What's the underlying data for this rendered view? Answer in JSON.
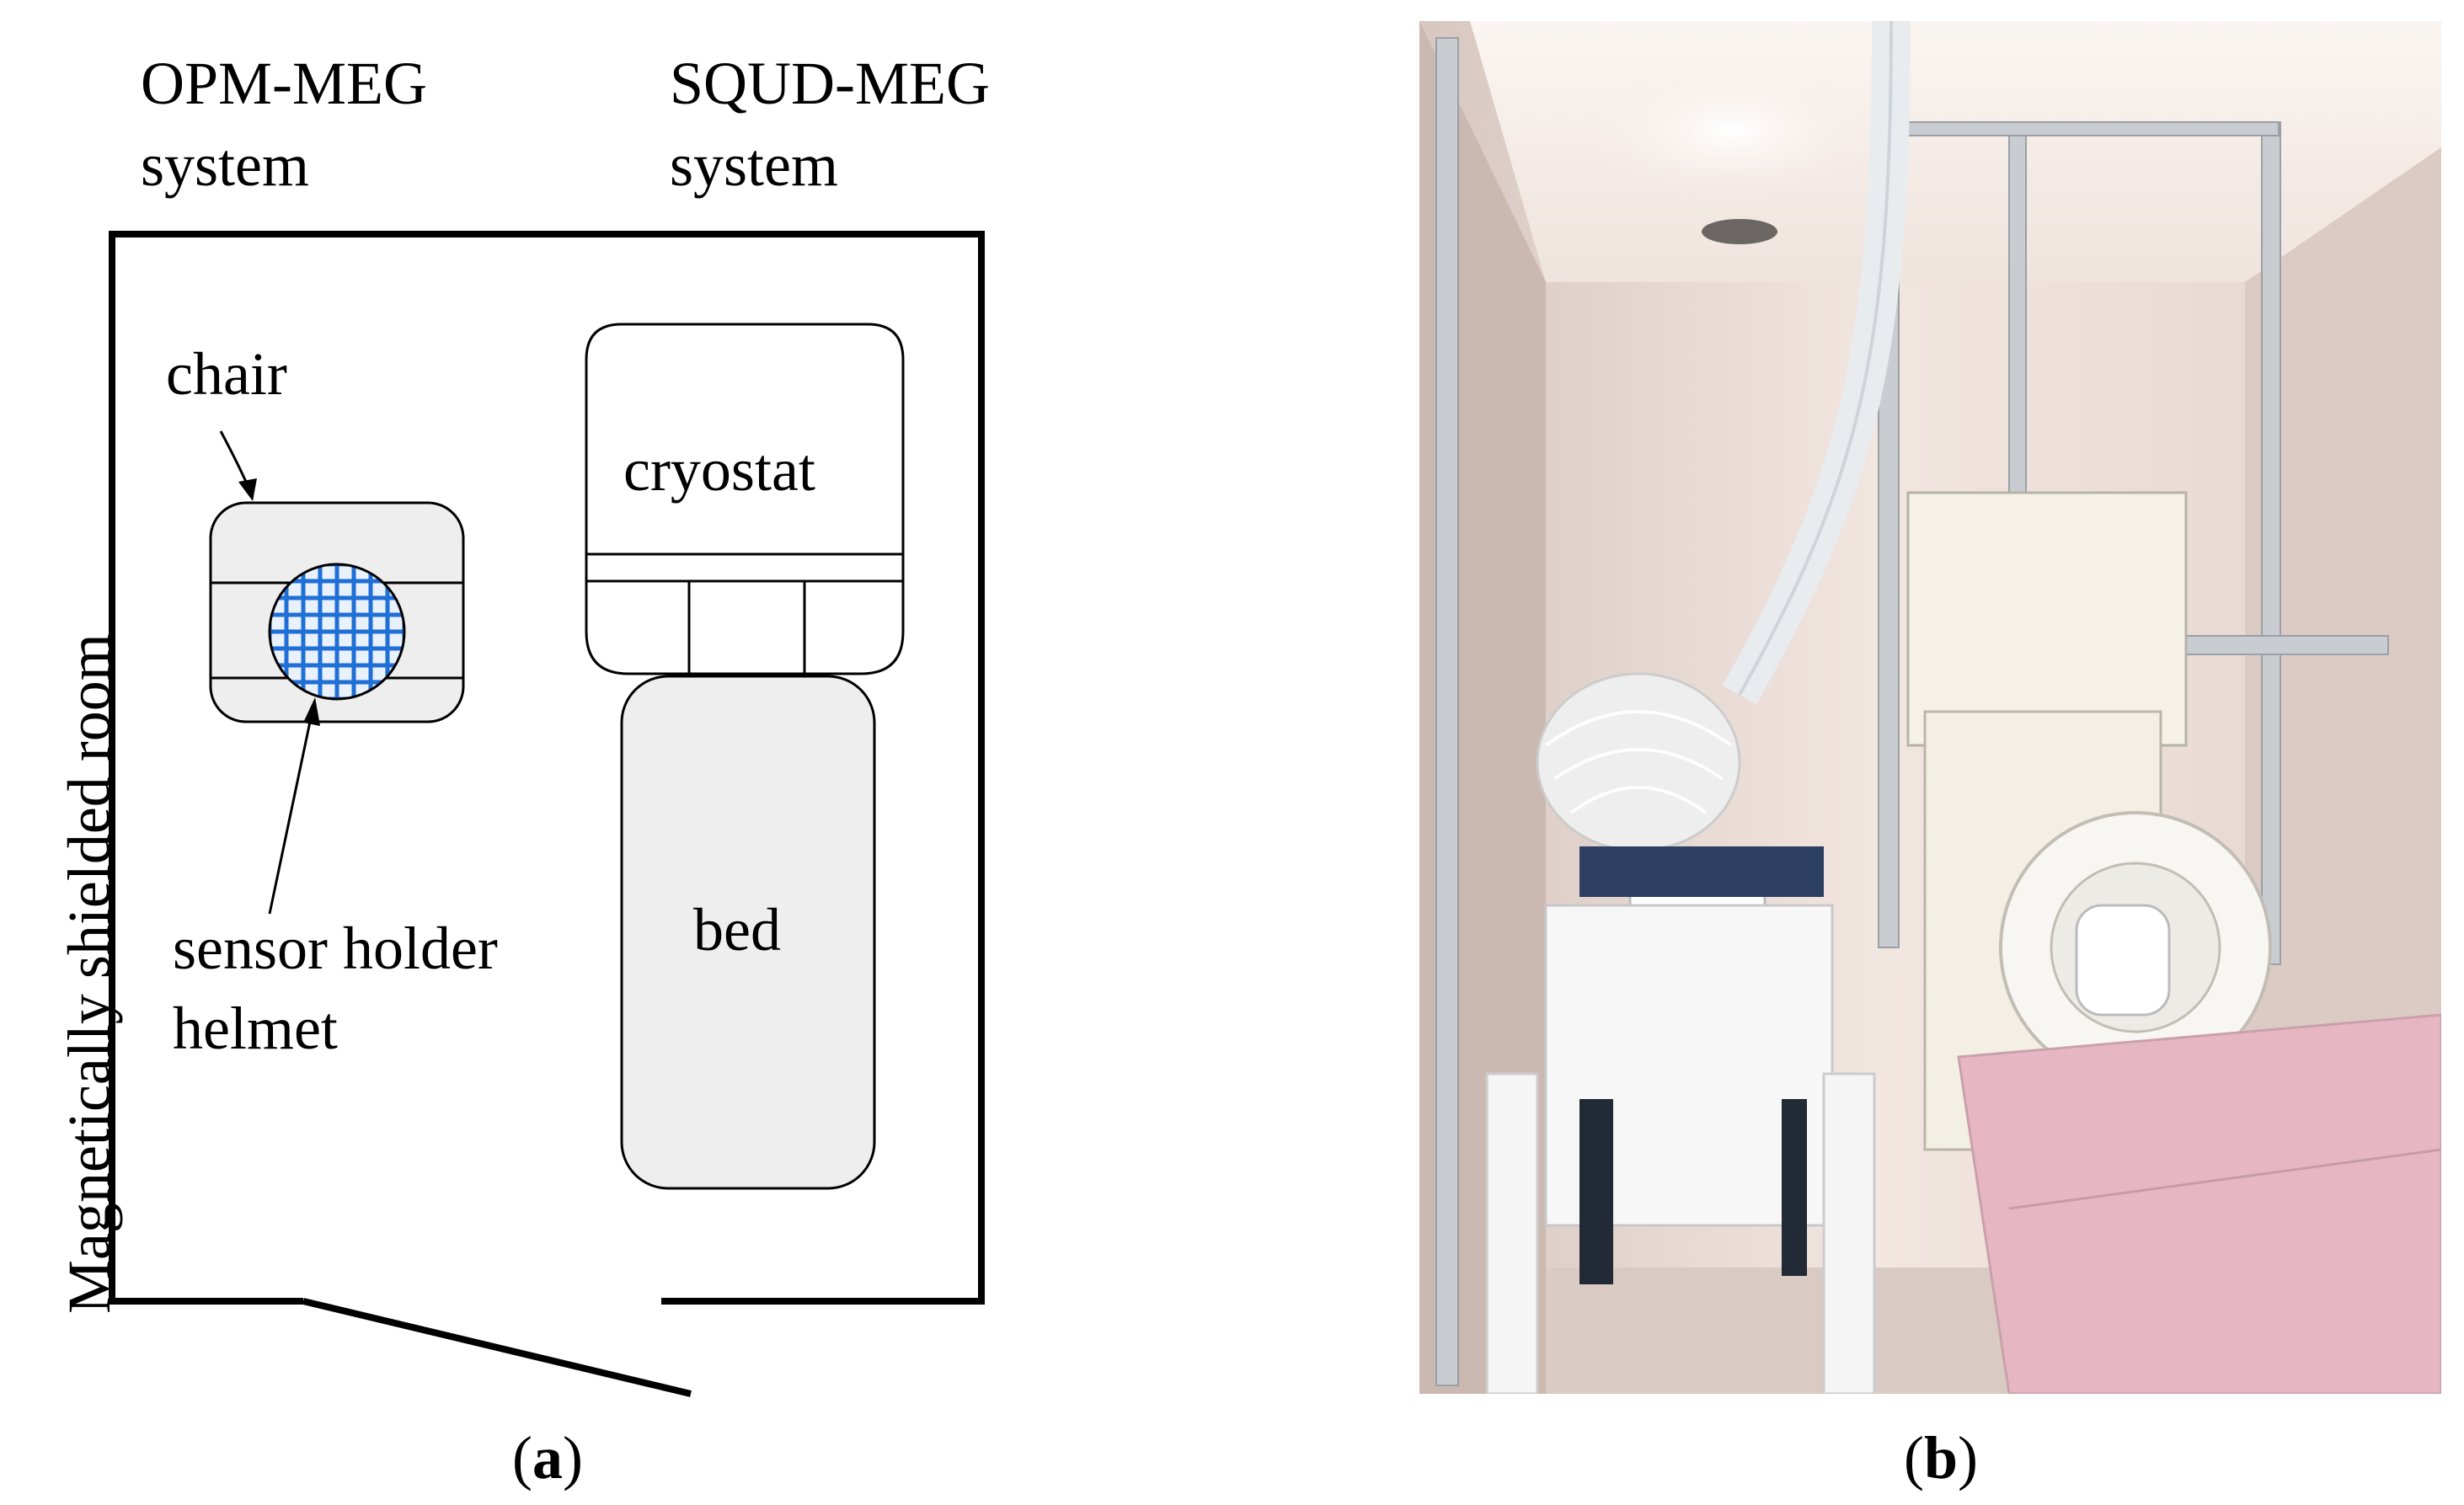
{
  "panel_a": {
    "system_left_line1": "OPM-MEG",
    "system_left_line2": "system",
    "system_right_line1": "SQUD-MEG",
    "system_right_line2": "system",
    "room_label": "Magnetically shielded room",
    "chair_label": "chair",
    "cryostat_label": "cryostat",
    "bed_label": "bed",
    "helmet_label_line1": "sensor holder",
    "helmet_label_line2": "helmet",
    "caption_open": "(",
    "caption_letter": "a",
    "caption_close": ")"
  },
  "panel_b": {
    "caption_open": "(",
    "caption_letter": "b",
    "caption_close": ")"
  },
  "colors": {
    "helmet_grid": "#1f6fd6",
    "helmet_fill": "#e8f1fc",
    "furniture_fill": "#eeeeee",
    "wall_color": "#f0e4df",
    "bed_pink": "#e6b7c2"
  }
}
